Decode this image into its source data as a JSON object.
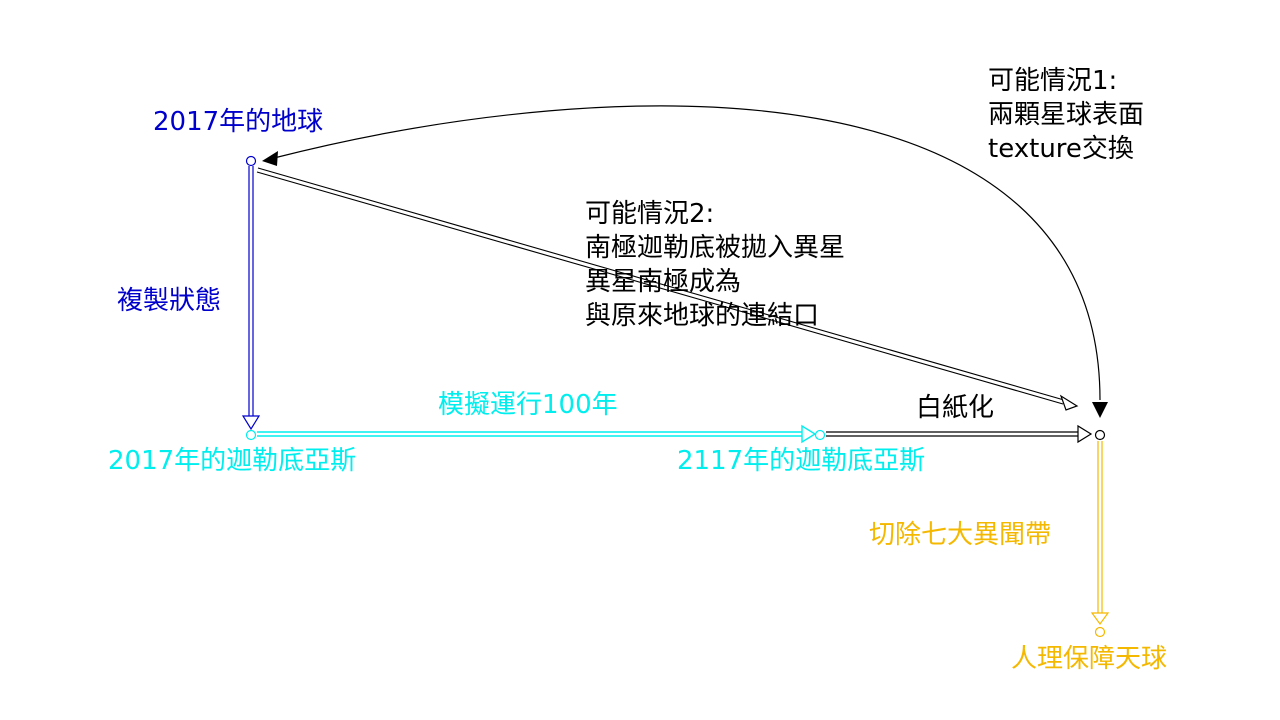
{
  "colors": {
    "earth": "#0000cc",
    "chaldea": "#00eeee",
    "black": "#000000",
    "orange": "#f5b800"
  },
  "nodes": {
    "earth_2017": "2017年的地球",
    "chaldea_2017": "2017年的迦勒底亞斯",
    "chaldea_2117": "2117年的迦勒底亞斯",
    "human_theory_sphere": "人理保障天球"
  },
  "edges": {
    "copy_state": "複製狀態",
    "simulate_100": "模擬運行100年",
    "whitening": "白紙化",
    "cut_lostbelts": "切除七大異聞帶"
  },
  "notes": {
    "case1": [
      "可能情況1:",
      "兩顆星球表面",
      "texture交換"
    ],
    "case2": [
      "可能情況2:",
      "南極迦勒底被拋入異星",
      "異星南極成為",
      "與原來地球的連結口"
    ]
  }
}
